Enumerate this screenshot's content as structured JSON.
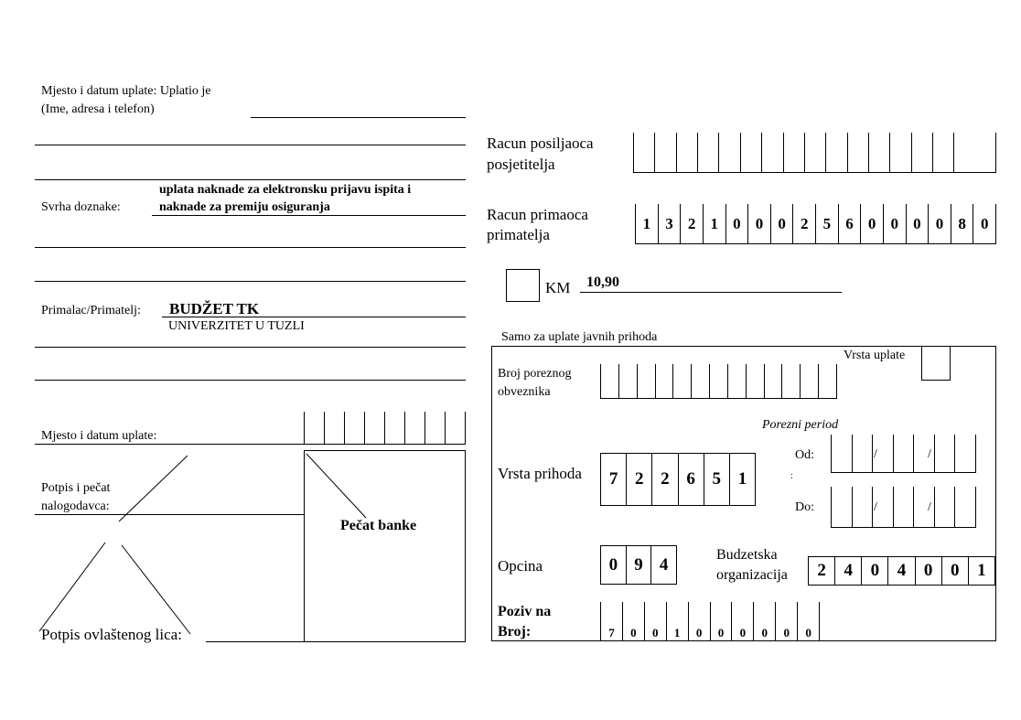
{
  "left": {
    "payer_label_line1": "Mjesto i datum uplate: Uplatio je",
    "payer_label_line2": "(Ime, adresa i telefon)",
    "purpose_label": "Svrha doznake:",
    "purpose_value_line1": "uplata naknade za elektronsku prijavu ispita i",
    "purpose_value_line2": "naknade za premiju osiguranja",
    "recipient_label": "Primalac/Primatelj:",
    "recipient_value": "BUDŽET TK",
    "recipient_sub": "UNIVERZITET U TUZLI",
    "place_date_label": "Mjesto i datum uplate:",
    "signature_stamp_line1": "Potpis i pečat",
    "signature_stamp_line2": "nalogodavca:",
    "bank_stamp": "Pečat banke",
    "authorized_signature": "Potpis ovlaštenog lica:"
  },
  "right": {
    "sender_account_line1": "Racun posiljaoca",
    "sender_account_line2": "posjetitelja",
    "receiver_account_line1": "Racun primaoca",
    "receiver_account_line2": "primatelja",
    "receiver_account_digits": [
      "1",
      "3",
      "2",
      "1",
      "0",
      "0",
      "0",
      "2",
      "5",
      "6",
      "0",
      "0",
      "0",
      "0",
      "8",
      "0"
    ],
    "currency_label": "KM",
    "amount": "10,90",
    "public_revenue_title": "Samo za uplate javnih prihoda",
    "payment_type_label": "Vrsta uplate",
    "tax_id_line1": "Broj poreznog",
    "tax_id_line2": "obveznika",
    "tax_period_label": "Porezni period",
    "from_label": "Od:",
    "to_label": "Do:",
    "slash": "/",
    "revenue_type_label": "Vrsta prihoda",
    "revenue_type_digits": [
      "7",
      "2",
      "2",
      "6",
      "5",
      "1"
    ],
    "municipality_label": "Opcina",
    "municipality_digits": [
      "0",
      "9",
      "4"
    ],
    "budget_org_line1": "Budzetska",
    "budget_org_line2": "organizacija",
    "budget_org_digits": [
      "2",
      "4",
      "0",
      "4",
      "0",
      "0",
      "1"
    ],
    "reference_line1": "Poziv na",
    "reference_line2": "Broj:",
    "reference_digits": [
      "7",
      "0",
      "0",
      "1",
      "0",
      "0",
      "0",
      "0",
      "0",
      "0"
    ]
  }
}
